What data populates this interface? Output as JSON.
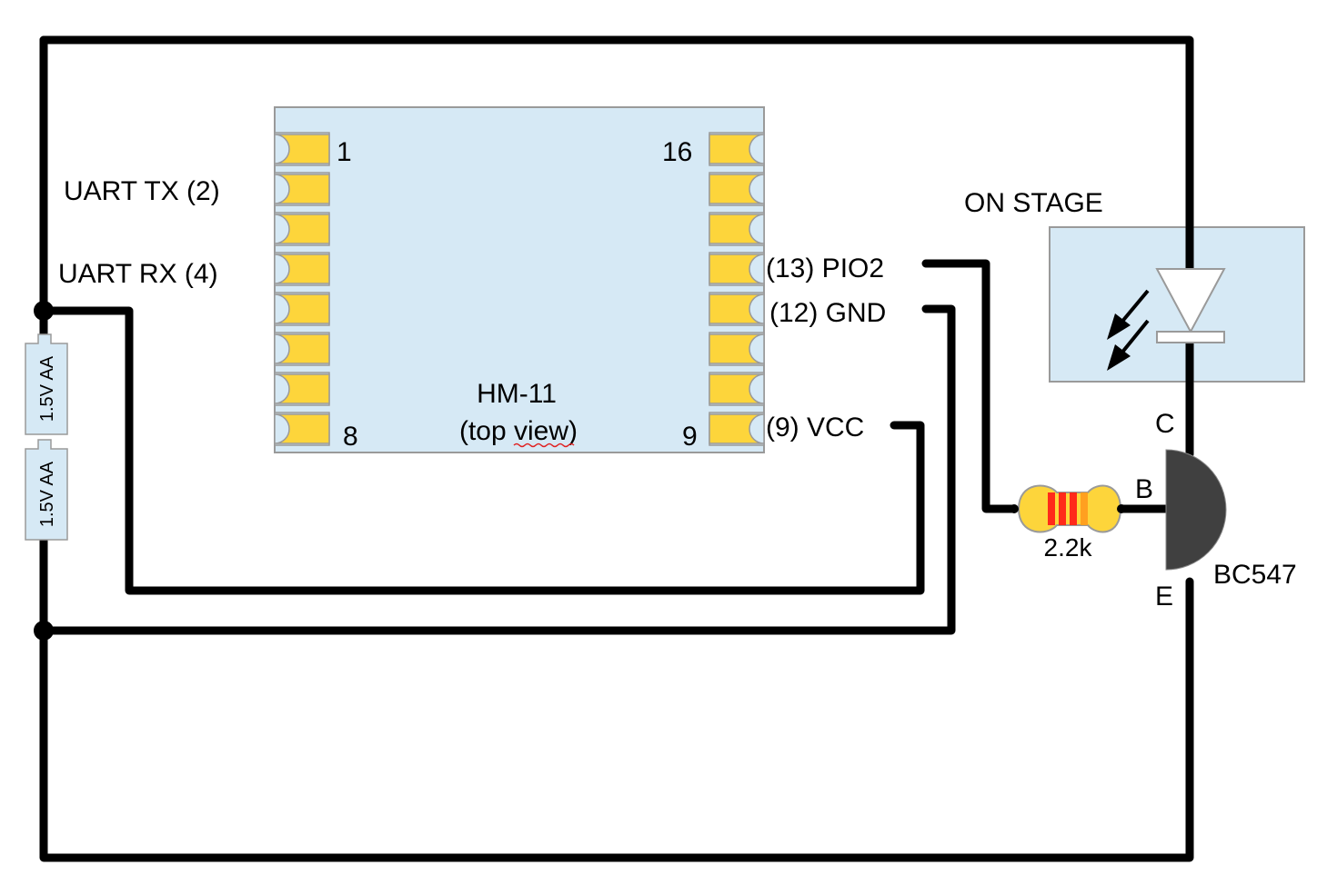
{
  "module": {
    "name": "HM-11",
    "subtitle": "(top view)",
    "pin_numbers": {
      "top_left": "1",
      "bottom_left": "8",
      "top_right": "16",
      "bottom_right": "9"
    },
    "left_labels": [
      "UART TX (2)",
      "UART RX (4)"
    ],
    "right_labels": [
      "(13) PIO2",
      "(12) GND",
      "(9) VCC"
    ],
    "pins_per_side": 8
  },
  "batteries": [
    {
      "label": "1.5V AA"
    },
    {
      "label": "1.5V AA"
    }
  ],
  "led": {
    "label": "ON STAGE"
  },
  "resistor": {
    "label": "2.2k",
    "bands": [
      "#ff2a1a",
      "#ff2a1a",
      "#ff2a1a",
      "#ffa020"
    ]
  },
  "transistor": {
    "name": "BC547",
    "collector": "C",
    "base": "B",
    "emitter": "E"
  },
  "colors": {
    "module_fill": "#d6e9f5",
    "pad_fill": "#fdd53b",
    "outline": "#9a9a9a",
    "transistor_fill": "#404040",
    "resistor_body": "#fdd53b",
    "wire": "#000000"
  }
}
